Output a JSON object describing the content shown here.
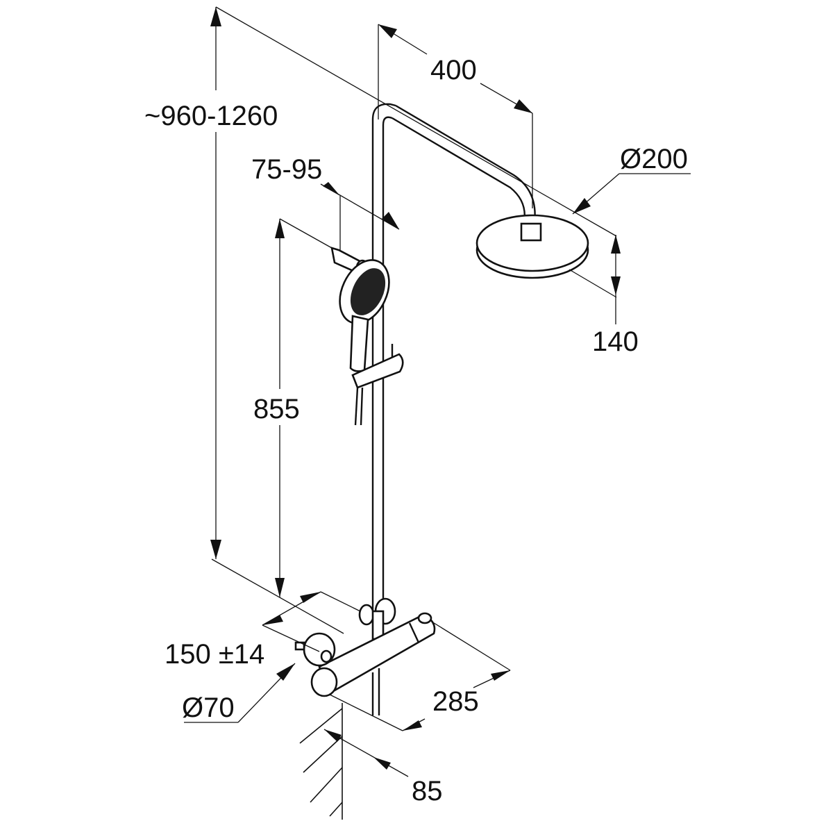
{
  "diagram": {
    "title": "Shower system dimension drawing",
    "units": "mm",
    "colors": {
      "line": "#111111",
      "background": "#ffffff"
    },
    "dimensions": {
      "overall_height": "~960-1260",
      "arm_projection": "400",
      "rail_bracket_spacing": "75-95",
      "hand_shower_height": "855",
      "head_diameter": "Ø200",
      "head_height": "140",
      "inlet_centres": "150 ±14",
      "escutcheon_diameter": "Ø70",
      "mixer_width": "285",
      "wall_projection": "85"
    },
    "components": [
      "overhead-shower-head",
      "shower-arm",
      "riser-rail",
      "hand-shower",
      "slider-holder",
      "wall-bracket",
      "thermostatic-mixer",
      "wall-escutcheon",
      "wall"
    ]
  }
}
